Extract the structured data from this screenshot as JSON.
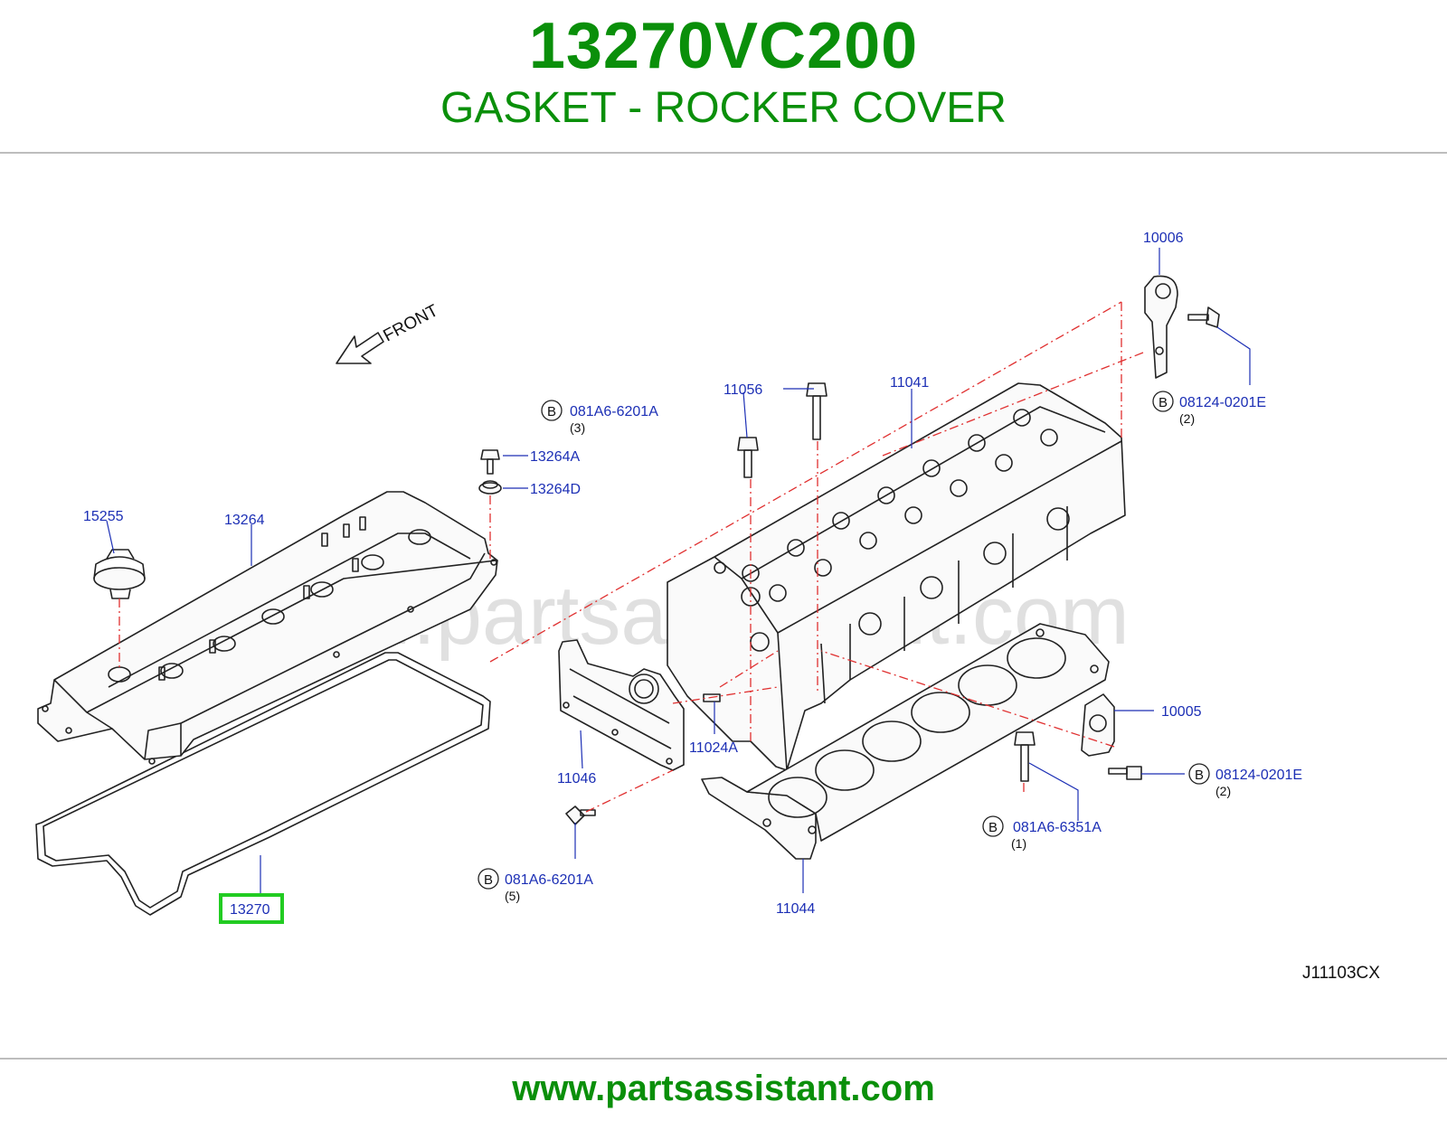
{
  "header": {
    "part_number": "13270VC200",
    "part_name": "GASKET - ROCKER COVER"
  },
  "watermark": "www.partsassistant.com",
  "orientation_label": "FRONT",
  "diagram_code": "J11103CX",
  "callouts": {
    "c10006": "10006",
    "c08124_top": "08124-0201E",
    "q08124_top": "(2)",
    "c11056": "11056",
    "c11041": "11041",
    "c081A6_6201A_top": "081A6-6201A",
    "q081A6_6201A_top": "(3)",
    "c13264A": "13264A",
    "c13264D": "13264D",
    "c15255": "15255",
    "c13264": "13264",
    "c13270": "13270",
    "c11024A": "11024A",
    "c11046": "11046",
    "c081A6_6201A_bottom": "081A6-6201A",
    "q081A6_6201A_bottom": "(5)",
    "c11044": "11044",
    "c10005": "10005",
    "c08124_right": "08124-0201E",
    "q08124_right": "(2)",
    "c081A6_6351A": "081A6-6351A",
    "q081A6_6351A": "(1)",
    "bolt_marker": "B"
  },
  "highlight_color": "#22cc22",
  "brand_color": "#0a8f0a",
  "callout_color": "#1c2fb5",
  "footer": {
    "url": "www.partsassistant.com"
  }
}
